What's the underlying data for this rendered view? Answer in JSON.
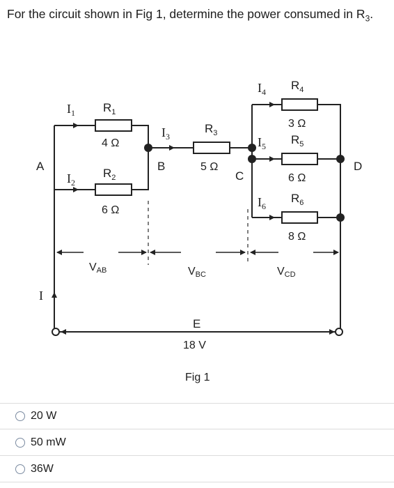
{
  "question": {
    "text": "For the circuit shown in Fig 1, determine the power consumed in",
    "target": "R",
    "target_sub": "3",
    "end": "."
  },
  "nodes": {
    "a": "A",
    "b": "B",
    "c": "C",
    "d": "D"
  },
  "currents": {
    "i": "I",
    "i1": {
      "base": "I",
      "sub": "1"
    },
    "i2": {
      "base": "I",
      "sub": "2"
    },
    "i3": {
      "base": "I",
      "sub": "3"
    },
    "i4": {
      "base": "I",
      "sub": "4"
    },
    "i5": {
      "base": "I",
      "sub": "5"
    },
    "i6": {
      "base": "I",
      "sub": "6"
    }
  },
  "resistors": {
    "r1": {
      "base": "R",
      "sub": "1",
      "value": "4 Ω"
    },
    "r2": {
      "base": "R",
      "sub": "2",
      "value": "6 Ω"
    },
    "r3": {
      "base": "R",
      "sub": "3",
      "value": "5 Ω"
    },
    "r4": {
      "base": "R",
      "sub": "4",
      "value": "3 Ω"
    },
    "r5": {
      "base": "R",
      "sub": "5",
      "value": "6 Ω"
    },
    "r6": {
      "base": "R",
      "sub": "6",
      "value": "8 Ω"
    }
  },
  "voltages": {
    "vab": {
      "base": "V",
      "sub": "AB"
    },
    "vbc": {
      "base": "V",
      "sub": "BC"
    },
    "vcd": {
      "base": "V",
      "sub": "CD"
    }
  },
  "source": {
    "label": "E",
    "value": "18 V"
  },
  "figure_caption": "Fig 1",
  "options": [
    "20 W",
    "50 mW",
    "36W"
  ]
}
